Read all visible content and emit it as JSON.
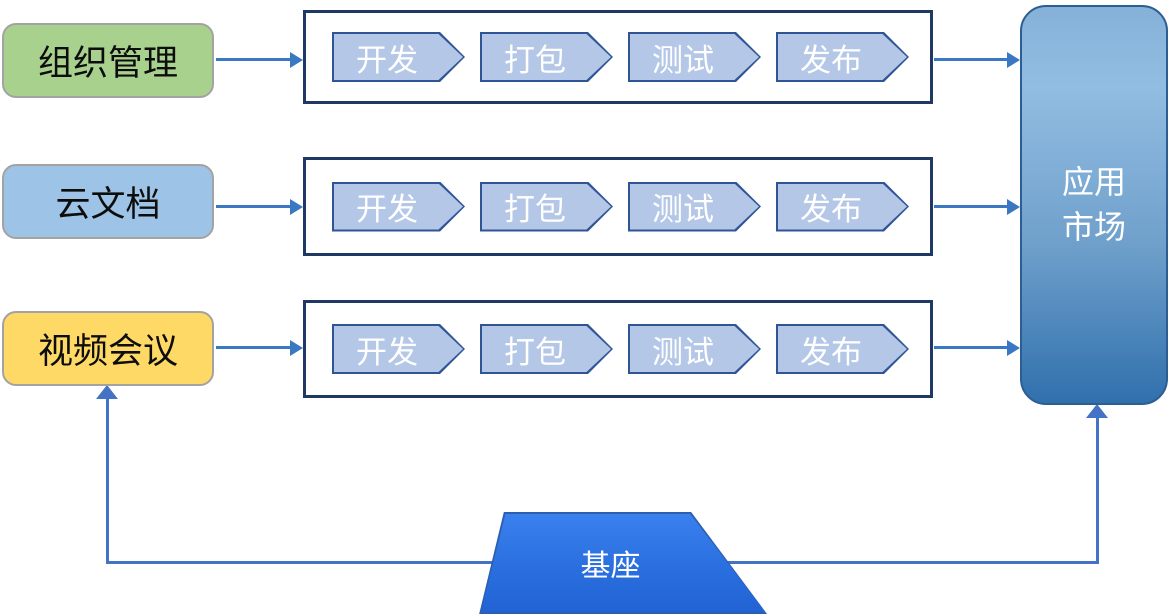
{
  "diagram": {
    "sources": [
      {
        "label": "组织管理",
        "fill": "#A9D18E"
      },
      {
        "label": "云文档",
        "fill": "#9DC3E6"
      },
      {
        "label": "视频会议",
        "fill": "#FFD966"
      }
    ],
    "pipeline_rows": [
      {
        "stages": [
          "开发",
          "打包",
          "测试",
          "发布"
        ]
      },
      {
        "stages": [
          "开发",
          "打包",
          "测试",
          "发布"
        ]
      },
      {
        "stages": [
          "开发",
          "打包",
          "测试",
          "发布"
        ]
      }
    ],
    "market": {
      "lines": [
        "应用",
        "市场"
      ]
    },
    "base": {
      "label": "基座"
    },
    "colors": {
      "source_border": "#A3A3A3",
      "stage_fill": "#B4C7E7",
      "stage_border": "#2F5597",
      "stage_text": "#FFFFFF",
      "row_border": "#1F3864",
      "arrow": "#3B78C3",
      "connector": "#4472C4",
      "market_gradient_top": "#92BDE2",
      "market_gradient_bottom": "#3070AC",
      "market_border": "#2C5E93",
      "base_fill_top": "#3A80EE",
      "base_fill_bottom": "#2263D4",
      "background": "#FFFFFF"
    }
  }
}
